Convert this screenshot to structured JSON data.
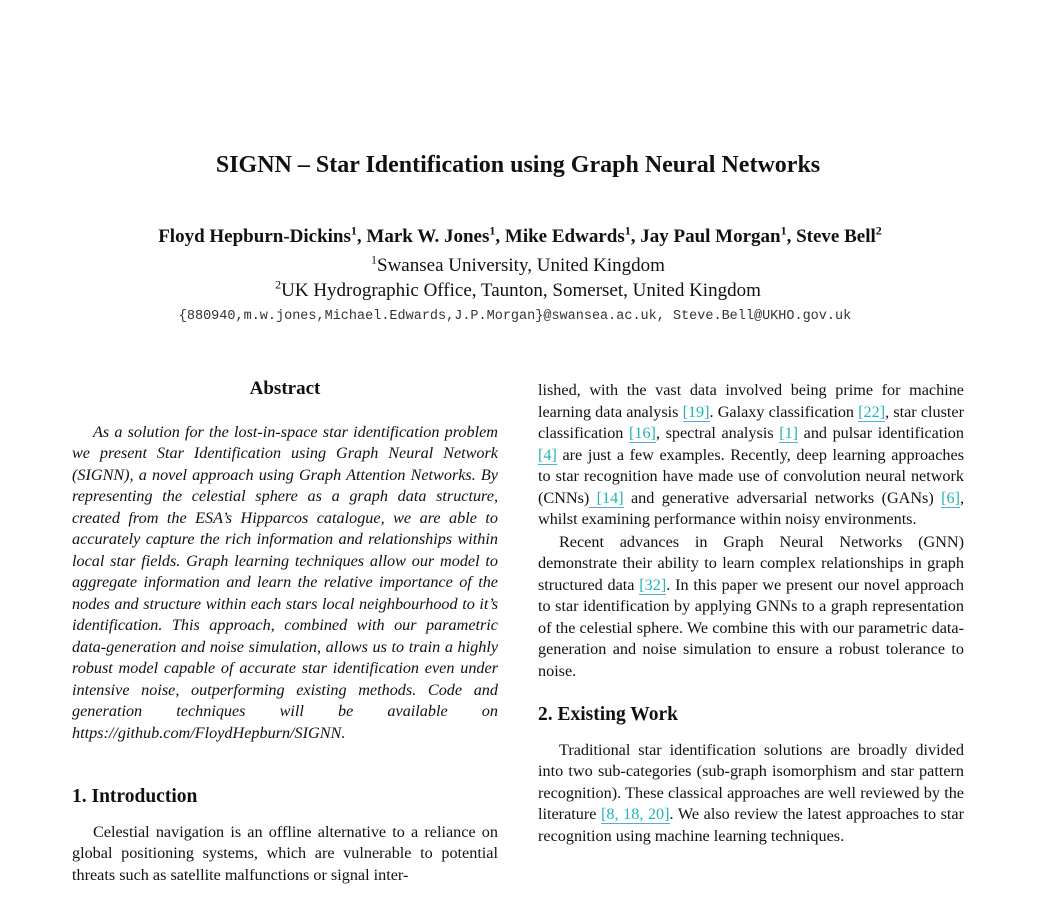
{
  "title": "SIGNN – Star Identification using Graph Neural Networks",
  "authors": [
    {
      "name": "Floyd Hepburn-Dickins",
      "aff": "1",
      "sep": ", "
    },
    {
      "name": "Mark W. Jones",
      "aff": "1",
      "sep": ", "
    },
    {
      "name": "Mike Edwards",
      "aff": "1",
      "sep": ", "
    },
    {
      "name": "Jay Paul Morgan",
      "aff": "1",
      "sep": ", "
    },
    {
      "name": "Steve Bell",
      "aff": "2",
      "sep": ""
    }
  ],
  "affiliations": [
    {
      "num": "1",
      "text": "Swansea University, United Kingdom"
    },
    {
      "num": "2",
      "text": "UK Hydrographic Office, Taunton, Somerset, United Kingdom"
    }
  ],
  "emails": "{880940,m.w.jones,Michael.Edwards,J.P.Morgan}@swansea.ac.uk, Steve.Bell@UKHO.gov.uk",
  "abstract": {
    "heading": "Abstract",
    "text": "As a solution for the lost-in-space star identification problem we present Star Identification using Graph Neural Network (SIGNN), a novel approach using Graph Attention Networks. By representing the celestial sphere as a graph data structure, created from the ESA’s Hipparcos catalogue, we are able to accurately capture the rich information and relationships within local star fields. Graph learning techniques allow our model to aggregate information and learn the relative importance of the nodes and structure within each stars local neighbourhood to it’s identification. This approach, combined with our parametric data-generation and noise simulation, allows us to train a highly robust model capable of accurate star identification even under intensive noise, outperforming existing methods. Code and generation techniques will be available on https://github.com/FloydHepburn/SIGNN."
  },
  "intro": {
    "heading": "1. Introduction",
    "text": "Celestial navigation is an offline alternative to a reliance on global positioning systems, which are vulnerable to potential threats such as satellite malfunctions or signal inter-"
  },
  "right": {
    "p1": {
      "t1": "lished, with the vast data involved being prime for machine learning data analysis ",
      "c1": "[19]",
      "t2": ". Galaxy classification ",
      "c2": "[22]",
      "t3": ", star cluster classification ",
      "c3": "[16]",
      "t4": ", spectral analysis ",
      "c4": "[1]",
      "t5": " and pulsar identification ",
      "c5": "[4]",
      "t6": " are just a few examples. Recently, deep learning approaches to star recognition have made use of convolution neural network (CNNs)",
      "c6": " [14]",
      "t7": " and generative adversarial networks (GANs) ",
      "c7": "[6]",
      "t8": ", whilst examining performance within noisy environments."
    },
    "p2": {
      "t1": "Recent advances in Graph Neural Networks (GNN) demonstrate their ability to learn complex relationships in graph structured data ",
      "c1": "[32]",
      "t2": ". In this paper we present our novel approach to star identification by applying GNNs to a graph representation of the celestial sphere. We combine this with our parametric data-generation and noise simulation to ensure a robust tolerance to noise."
    },
    "existing": {
      "heading": "2. Existing Work",
      "t1": "Traditional star identification solutions are broadly divided into two sub-categories (sub-graph isomorphism and star pattern recognition). These classical approaches are well reviewed by the literature ",
      "c1": "[8, 18, 20]",
      "t2": ". We also review the latest approaches to star recognition using machine learning techniques."
    }
  }
}
